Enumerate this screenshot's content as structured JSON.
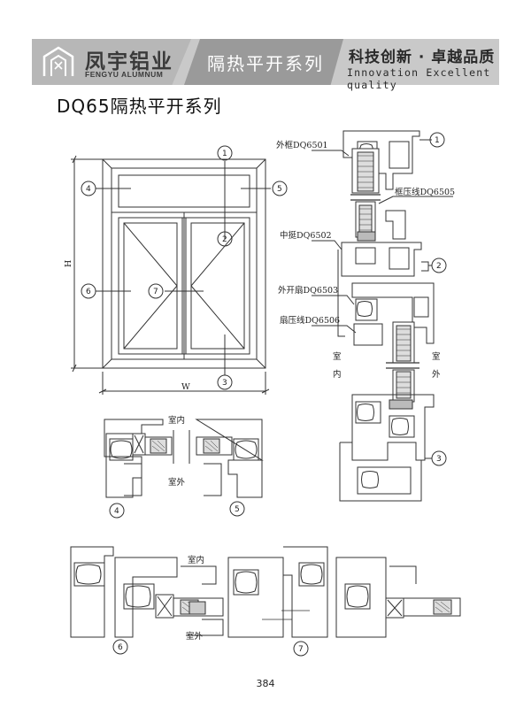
{
  "header": {
    "brand_cn": "凤宇铝业",
    "brand_en": "FENGYU ALUMNUM",
    "series_title": "隔热平开系列",
    "slogan_cn": "科技创新 · 卓越品质",
    "slogan_en": "Innovation Excellent quality"
  },
  "page_title": "DQ65隔热平开系列",
  "elevation": {
    "height_label": "H",
    "width_label": "W",
    "markers": [
      "1",
      "2",
      "3",
      "4",
      "5",
      "6",
      "7"
    ]
  },
  "section_right": {
    "outer_frame": "外框DQ6501",
    "frame_bead": "框压线DQ6505",
    "mullion": "中挺DQ6502",
    "outward_sash": "外开扇DQ6503",
    "sash_bead": "扇压线DQ6506",
    "indoor": "室内",
    "outdoor": "室外",
    "indoor_v": "室  内",
    "outdoor_v": "室  外",
    "markers": [
      "1",
      "2",
      "3"
    ]
  },
  "section_mid": {
    "indoor": "室内",
    "outdoor": "室外",
    "markers": [
      "4",
      "5"
    ]
  },
  "section_bottom": {
    "indoor": "室内",
    "outdoor": "室外",
    "markers": [
      "6",
      "7"
    ]
  },
  "page_number": "384",
  "colors": {
    "header_bg": "#c9c9c9",
    "series_tab": "#9a9a9a"
  }
}
